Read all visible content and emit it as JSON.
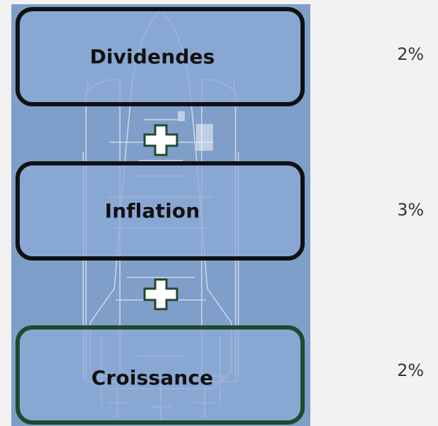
{
  "colors": {
    "page_background": "#f2f2f2",
    "panel_background": "#7f9ec9",
    "box_fill": "#8caad6",
    "box_border_dark": "#111111",
    "box_border_green": "#1f4a2d",
    "plus_outline": "#1f4a2d",
    "plus_fill": "#ffffff",
    "sketch_lines": "#dbe4f1"
  },
  "illustration": {
    "name": "space-shuttle-blueprint-icon"
  },
  "rows": [
    {
      "label": "Dividendes",
      "percent": "2%"
    },
    {
      "label": "Inflation",
      "percent": "3%"
    },
    {
      "label": "Croissance",
      "percent": "2%"
    }
  ],
  "operators": [
    "plus-icon",
    "plus-icon"
  ]
}
